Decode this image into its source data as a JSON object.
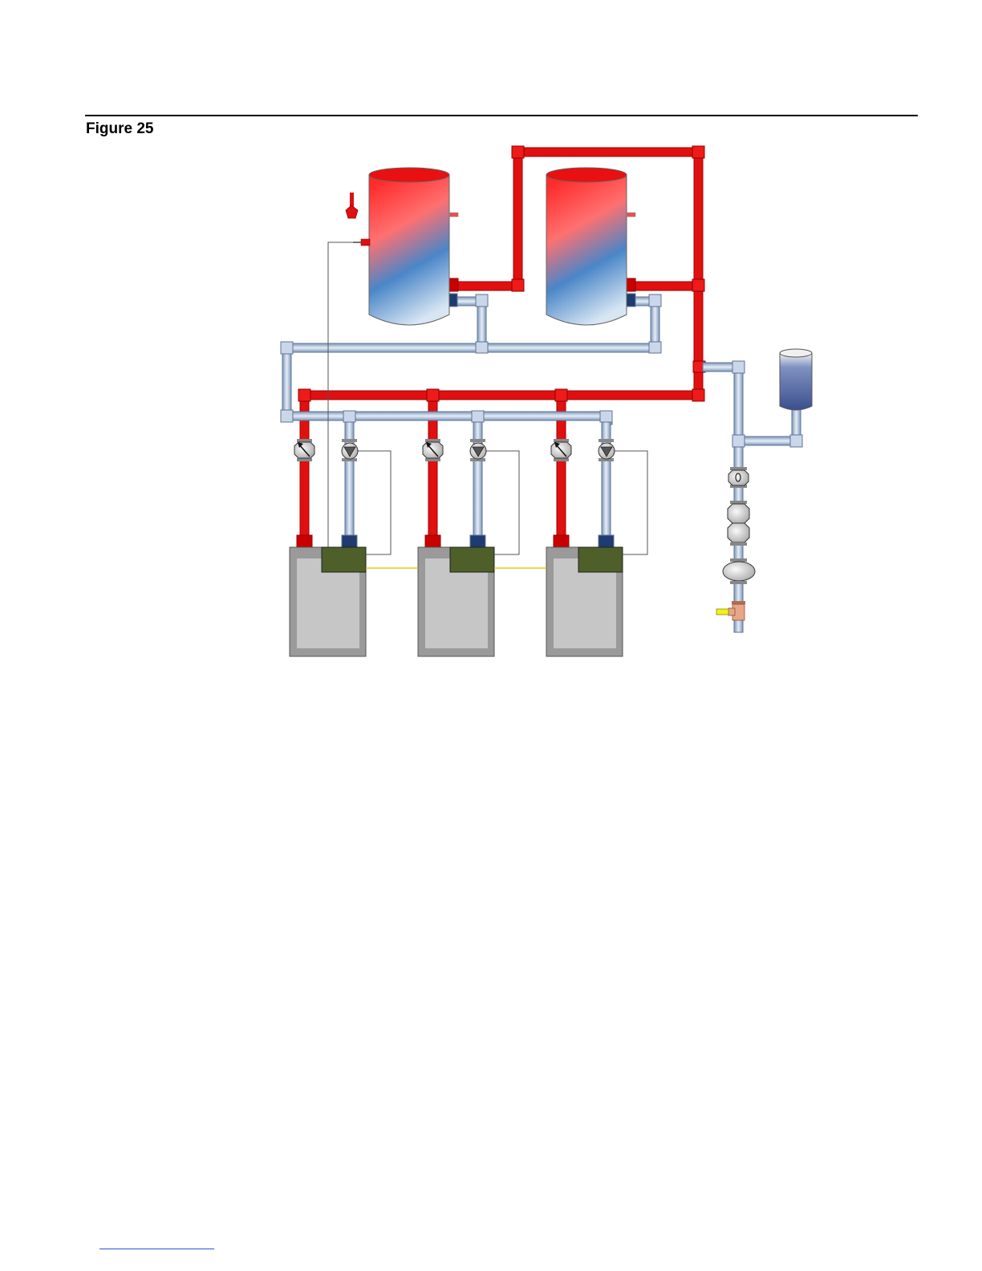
{
  "page": {
    "figure_label": "Figure 25"
  },
  "colors": {
    "hot_pipe": "#e01010",
    "cold_pipe": "#b7c9e0",
    "boiler_body": "#9a9a9a",
    "control_box": "#4e5f2a",
    "link_wire": "#f2c40c",
    "footer_link": "#2a4fd6"
  },
  "diagram": {
    "tanks": 2,
    "boilers": 3,
    "boiler_pumps": 3,
    "boiler_check_valves": 3
  }
}
